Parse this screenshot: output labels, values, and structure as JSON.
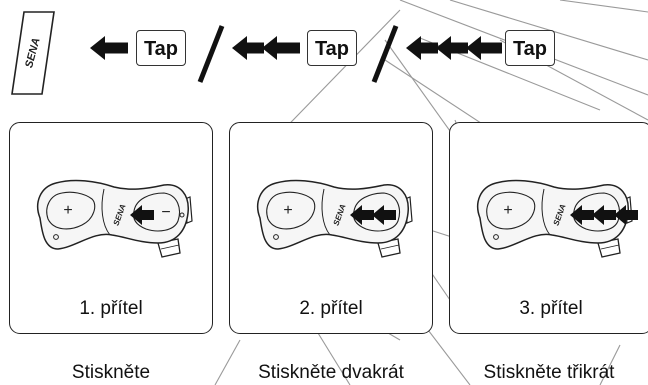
{
  "legend": {
    "logo_text": "SENA",
    "tap_label": "Tap"
  },
  "panels": [
    {
      "label": "1. přítel",
      "caption": "Stiskněte",
      "arrows": 1
    },
    {
      "label": "2. přítel",
      "caption": "Stiskněte dvakrát",
      "arrows": 2
    },
    {
      "label": "3. přítel",
      "caption": "Stiskněte třikrát",
      "arrows": 3
    }
  ],
  "device": {
    "logo_text": "SENA",
    "plus_symbol": "+",
    "minus_symbol": "−"
  },
  "colors": {
    "stroke": "#222222",
    "arrow": "#111111",
    "watermark": "#9a9a9a",
    "device_fill": "#f6f6f6"
  }
}
